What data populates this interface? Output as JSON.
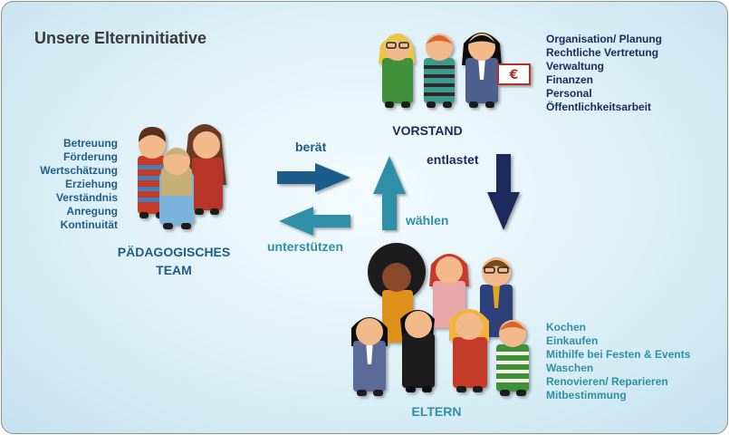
{
  "title": "Unsere Elterninitiative",
  "team": {
    "label_line1": "PÄDAGOGISCHES",
    "label_line2": "TEAM",
    "items": [
      "Betreuung",
      "Förderung",
      "Wertschätzung",
      "Erziehung",
      "Verständnis",
      "Anregung",
      "Kontinuität"
    ]
  },
  "vorstand": {
    "label": "VORSTAND",
    "items": [
      "Organisation/ Planung",
      "Rechtliche Vertretung",
      "Verwaltung",
      "Finanzen",
      "Personal",
      "Öffentlichkeitsarbeit"
    ],
    "sign_text": "€"
  },
  "eltern": {
    "label": "ELTERN",
    "items": [
      "Kochen",
      "Einkaufen",
      "Mithilfe bei Festen & Events",
      "Waschen",
      "Renovieren/ Reparieren",
      "Mitbestimmung"
    ]
  },
  "arrows": {
    "beraet": "berät",
    "unterstuetzen": "unterstützen",
    "waehlen": "wählen",
    "entlastet": "entlastet"
  },
  "colors": {
    "team_text": "#1e5b8a",
    "vorstand_text": "#1b2a5c",
    "eltern_text": "#2f8fa6",
    "arrow_dark": "#1b2a5c",
    "arrow_mid": "#1e5b8a",
    "arrow_light": "#2f8fa6"
  }
}
